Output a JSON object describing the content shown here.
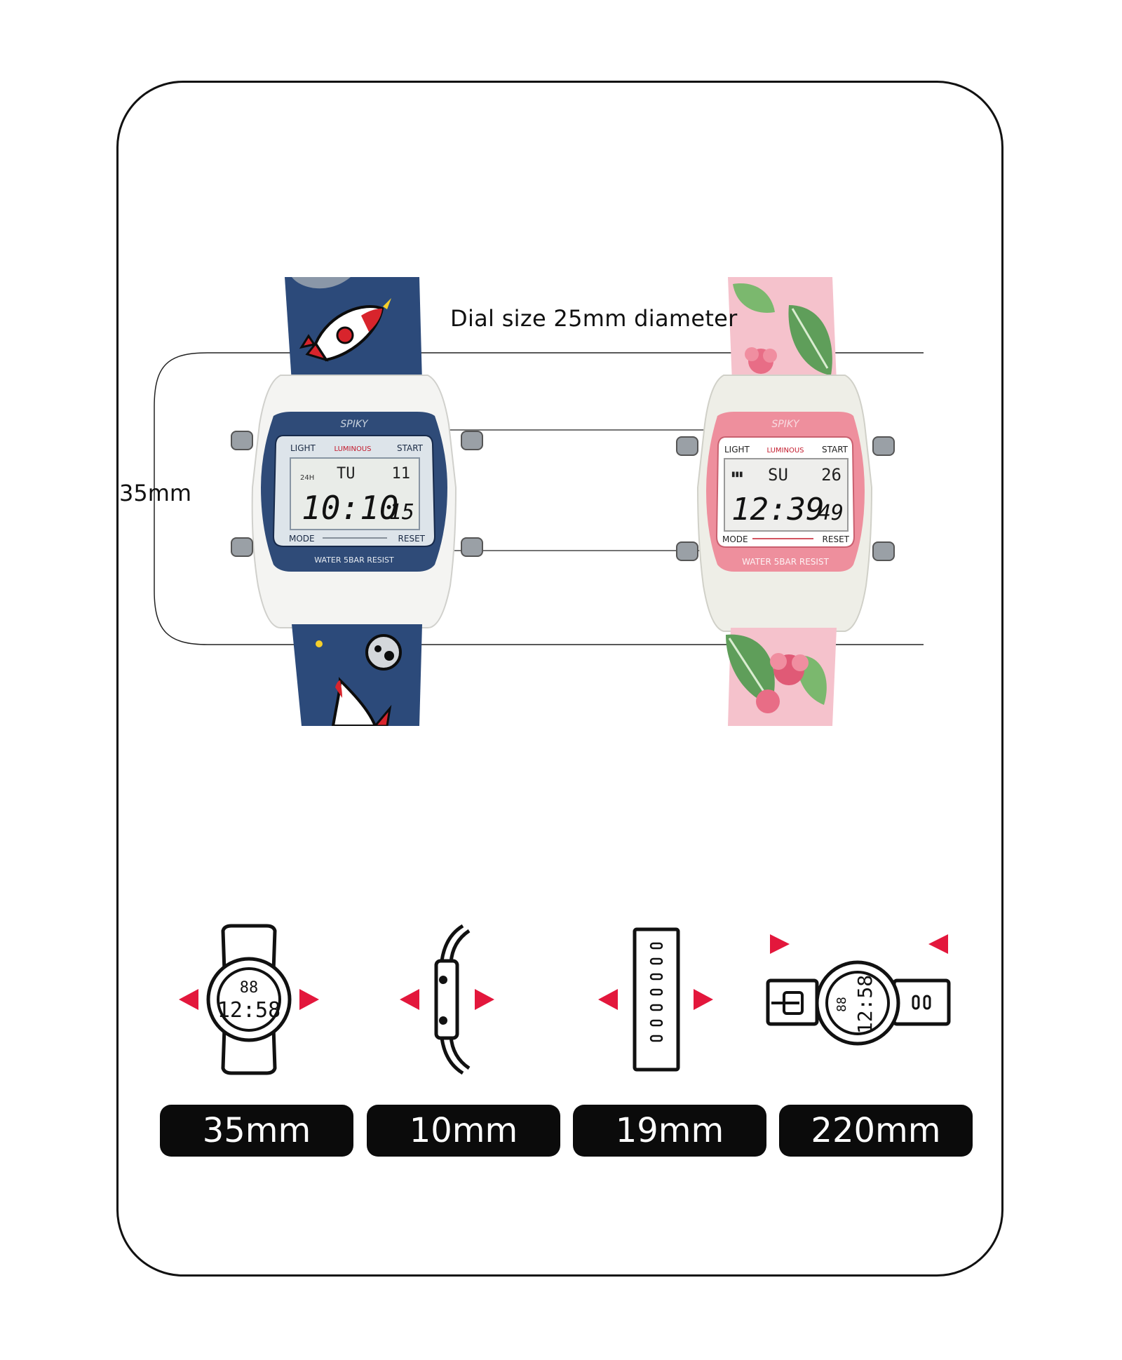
{
  "dimensions": {
    "dial_label": "Dial size 25mm diameter",
    "height_label": "35mm"
  },
  "watches": [
    {
      "brand": "SPIKY",
      "light": "LIGHT",
      "luminous": "LUMINOUS",
      "start": "START",
      "mode": "MODE",
      "reset": "RESET",
      "water": "WATER 5BAR RESIST",
      "mode24": "24H",
      "day": "TU",
      "date": "11",
      "time": "10:10",
      "seconds": "15",
      "colors": {
        "band": "#2c4a7a",
        "case": "#f4f4f2",
        "bezel": "#2f4b78"
      }
    },
    {
      "brand": "SPIKY",
      "light": "LIGHT",
      "luminous": "LUMINOUS",
      "start": "START",
      "mode": "MODE",
      "reset": "RESET",
      "water": "WATER 5BAR RESIST",
      "day": "SU",
      "date": "26",
      "time": "12:39",
      "seconds": "49",
      "colors": {
        "band": "#f5c2cc",
        "case": "#eeeee7",
        "bezel": "#ee8f9d"
      }
    }
  ],
  "icons": {
    "lcd_small": "88",
    "lcd_time": "12:58"
  },
  "measurements": [
    {
      "value": "35mm",
      "icon": "watch-front-width-icon"
    },
    {
      "value": "10mm",
      "icon": "watch-side-thickness-icon"
    },
    {
      "value": "19mm",
      "icon": "strap-width-icon"
    },
    {
      "value": "220mm",
      "icon": "strap-length-icon"
    }
  ],
  "colors": {
    "arrow": "#e3173c",
    "pill": "#0b0b0b"
  }
}
